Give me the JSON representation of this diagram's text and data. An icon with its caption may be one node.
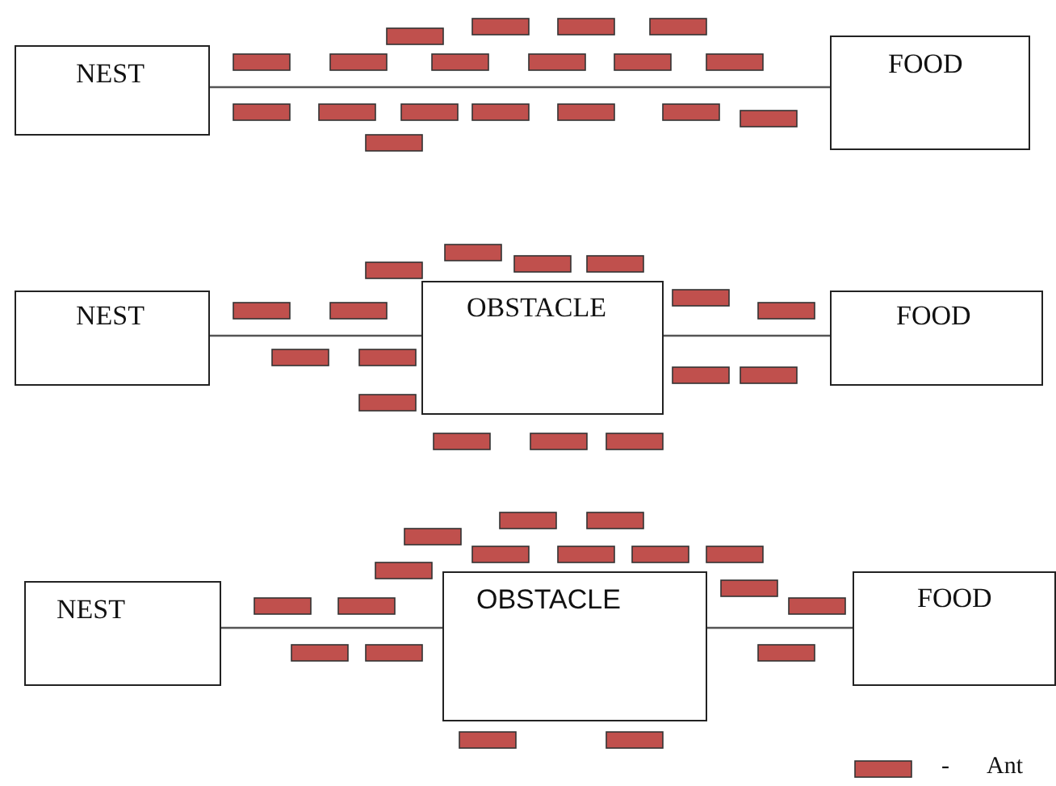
{
  "diagram": {
    "nodes": [
      {
        "text": [
          "NEST"
        ]
      },
      {
        "text": [
          "FOOD"
        ]
      },
      {
        "text": [
          "NEST"
        ]
      },
      {
        "text": [
          "OBSTACLE"
        ]
      },
      {
        "text": [
          "FOOD"
        ]
      },
      {
        "text": [
          "NEST"
        ]
      },
      {
        "text": [
          "OBSTACLE"
        ]
      },
      {
        "text": [
          "FOOD"
        ]
      }
    ],
    "edges": [
      {
        "from": 0,
        "to": 1,
        "arrow": "none"
      },
      {
        "from": 2,
        "to": 3,
        "arrow": "none"
      },
      {
        "from": 3,
        "to": 4,
        "arrow": "none"
      },
      {
        "from": 5,
        "to": 6,
        "arrow": "none"
      },
      {
        "from": 6,
        "to": 7,
        "arrow": "none"
      }
    ],
    "labels": [
      "-"
    ],
    "legend": [
      {
        "text": "Ant",
        "color": "#c0504d"
      }
    ]
  }
}
